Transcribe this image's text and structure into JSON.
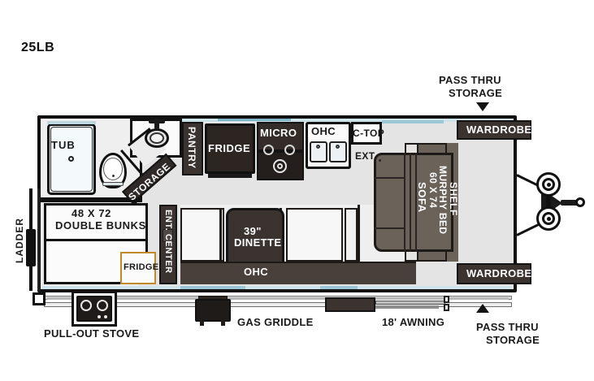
{
  "model": "25LB",
  "floorplan": {
    "bathroom": {
      "tub": "TUB"
    },
    "kitchen": {
      "pantry": "PANTRY",
      "fridge": "FRIDGE",
      "micro": "MICRO",
      "ohc_upper": "OHC",
      "ctop": "C-TOP",
      "ctop_ext": "EXT."
    },
    "bunks": {
      "size": "48 X 72",
      "label": "DOUBLE BUNKS",
      "storage": "STORAGE",
      "fridge": "FRIDGE",
      "ent_center": "ENT. CENTER"
    },
    "dinette": {
      "size": "39\"",
      "label": "DINETTE",
      "ohc_lower": "OHC"
    },
    "living": {
      "sofa": "SOFA",
      "murphy_size": "60 X 74",
      "murphy_label": "MURPHY BED",
      "shelf": "SHELF",
      "wardrobe_top": "WARDROBE",
      "wardrobe_bottom": "WARDROBE"
    },
    "exterior": {
      "ladder": "LADDER",
      "pull_out_stove": "PULL-OUT STOVE",
      "gas_griddle": "GAS GRIDDLE",
      "awning": "18' AWNING",
      "pass_thru_top_line1": "PASS THRU",
      "pass_thru_top_line2": "STORAGE",
      "pass_thru_bottom_line1": "PASS THRU",
      "pass_thru_bottom_line2": "STORAGE"
    }
  },
  "colors": {
    "dark_cabinet": "#3a3330",
    "sofa_taupe": "#6b6259",
    "outline": "#111111",
    "window_blue": "#9cc7d6",
    "floor": "#e4e4e4"
  }
}
